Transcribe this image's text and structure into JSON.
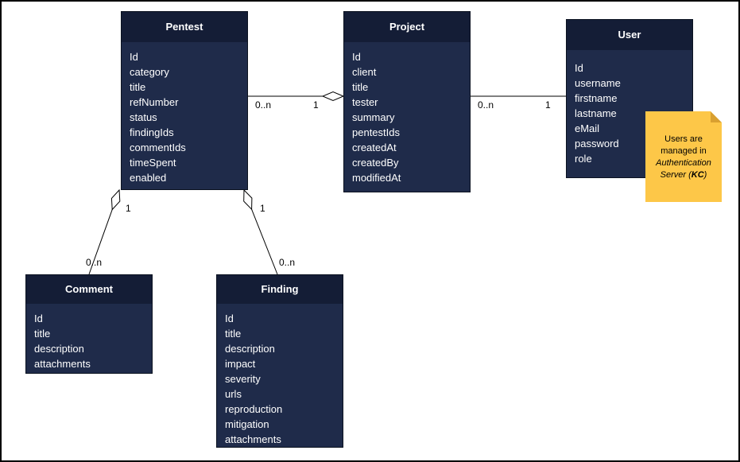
{
  "colors": {
    "header-bg": "#141d36",
    "body-bg": "#1f2b4a",
    "entity-text": "#ffffff",
    "note-bg": "#fdc748",
    "line": "#000000"
  },
  "entities": [
    {
      "title": "Pentest",
      "fields": [
        "Id",
        "category",
        "title",
        "refNumber",
        "status",
        "findingIds",
        "commentIds",
        "timeSpent",
        "enabled"
      ]
    },
    {
      "title": "Project",
      "fields": [
        "Id",
        "client",
        "title",
        "tester",
        "summary",
        "pentestIds",
        "createdAt",
        "createdBy",
        "modifiedAt"
      ]
    },
    {
      "title": "User",
      "fields": [
        "Id",
        "username",
        "firstname",
        "lastname",
        "eMail",
        "password",
        "role"
      ]
    },
    {
      "title": "Comment",
      "fields": [
        "Id",
        "title",
        "description",
        "attachments"
      ]
    },
    {
      "title": "Finding",
      "fields": [
        "Id",
        "title",
        "description",
        "impact",
        "severity",
        "urls",
        "reproduction",
        "mitigation",
        "attachments"
      ]
    }
  ],
  "relationships": [
    {
      "name": "pentest-project",
      "source_label": "0..n",
      "target_label": "1"
    },
    {
      "name": "project-user",
      "source_label": "0..n",
      "target_label": "1"
    },
    {
      "name": "pentest-comment",
      "source_label": "1",
      "target_label": "0..n"
    },
    {
      "name": "pentest-finding",
      "source_label": "1",
      "target_label": "0..n"
    }
  ],
  "note": {
    "intro": "Users are managed in",
    "emphasis": "Authentication Server",
    "kc_prefix": "(",
    "kc": "KC",
    "kc_suffix": ")"
  }
}
